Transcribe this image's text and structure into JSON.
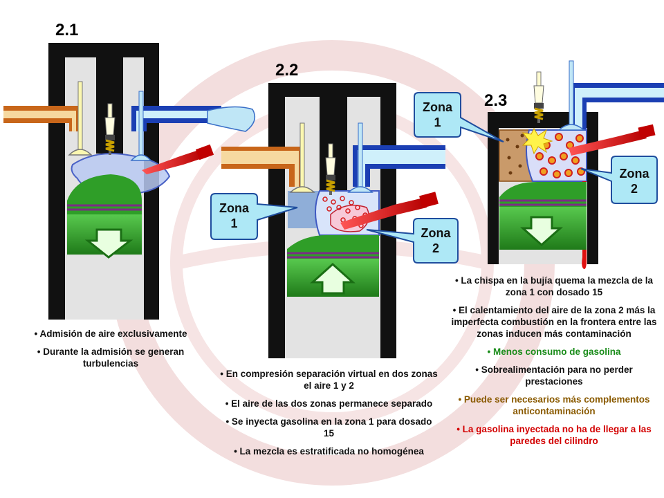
{
  "colors": {
    "watermark": "#f2dada",
    "cylinder_wall": "#111111",
    "cylinder_bore": "#e3e3e3",
    "intake_pipe": "#c8661a",
    "intake_inner": "#f6d9a0",
    "exhaust_pipe": "#1b3fb3",
    "exhaust_inner": "#cff0fb",
    "piston": "#33aa2a",
    "piston_dark": "#1e6f18",
    "rings": "#7b2c85",
    "injector": "#d71313",
    "callout_fill": "#aee8f6",
    "callout_stroke": "#1f4d9e",
    "green_text": "#1a8c1a",
    "brown_text": "#8a5a00",
    "red_text": "#d30000"
  },
  "panels": [
    {
      "title": "2.1",
      "bullets": [
        "• Admisión  de aire exclusivamente",
        "• Durante la admisión se generan turbulencias"
      ]
    },
    {
      "title": "2.2",
      "callouts": [
        {
          "line1": "Zona",
          "line2": "1"
        },
        {
          "line1": "Zona",
          "line2": "2"
        }
      ],
      "bullets": [
        "• En compresión separación virtual en dos zonas el aire 1 y 2",
        "• El aire de las dos zonas permanece separado",
        "• Se inyecta gasolina  en la zona 1 para dosado 15",
        "• La mezcla es estratificada no homogénea"
      ]
    },
    {
      "title": "2.3",
      "callouts": [
        {
          "line1": "Zona",
          "line2": "1"
        },
        {
          "line1": "Zona",
          "line2": "2"
        }
      ],
      "bullets": [
        {
          "text": "• La chispa en la bujía quema la mezcla de la zona 1 con dosado 15",
          "color": "#111111"
        },
        {
          "text": "• El calentamiento del aire de la zona 2 más la imperfecta combustión  en la frontera entre las zonas inducen más contaminación",
          "color": "#111111"
        },
        {
          "text": "• Menos consumo de gasolina",
          "color": "#1a8c1a"
        },
        {
          "text": "• Sobrealimentación para no perder prestaciones",
          "color": "#111111"
        },
        {
          "text": "• Puede ser necesarios más complementos anticontaminación",
          "color": "#8a5a00"
        },
        {
          "text": "• La gasolina inyectada no ha de llegar a las paredes del cilindro",
          "color": "#d30000"
        }
      ]
    }
  ]
}
